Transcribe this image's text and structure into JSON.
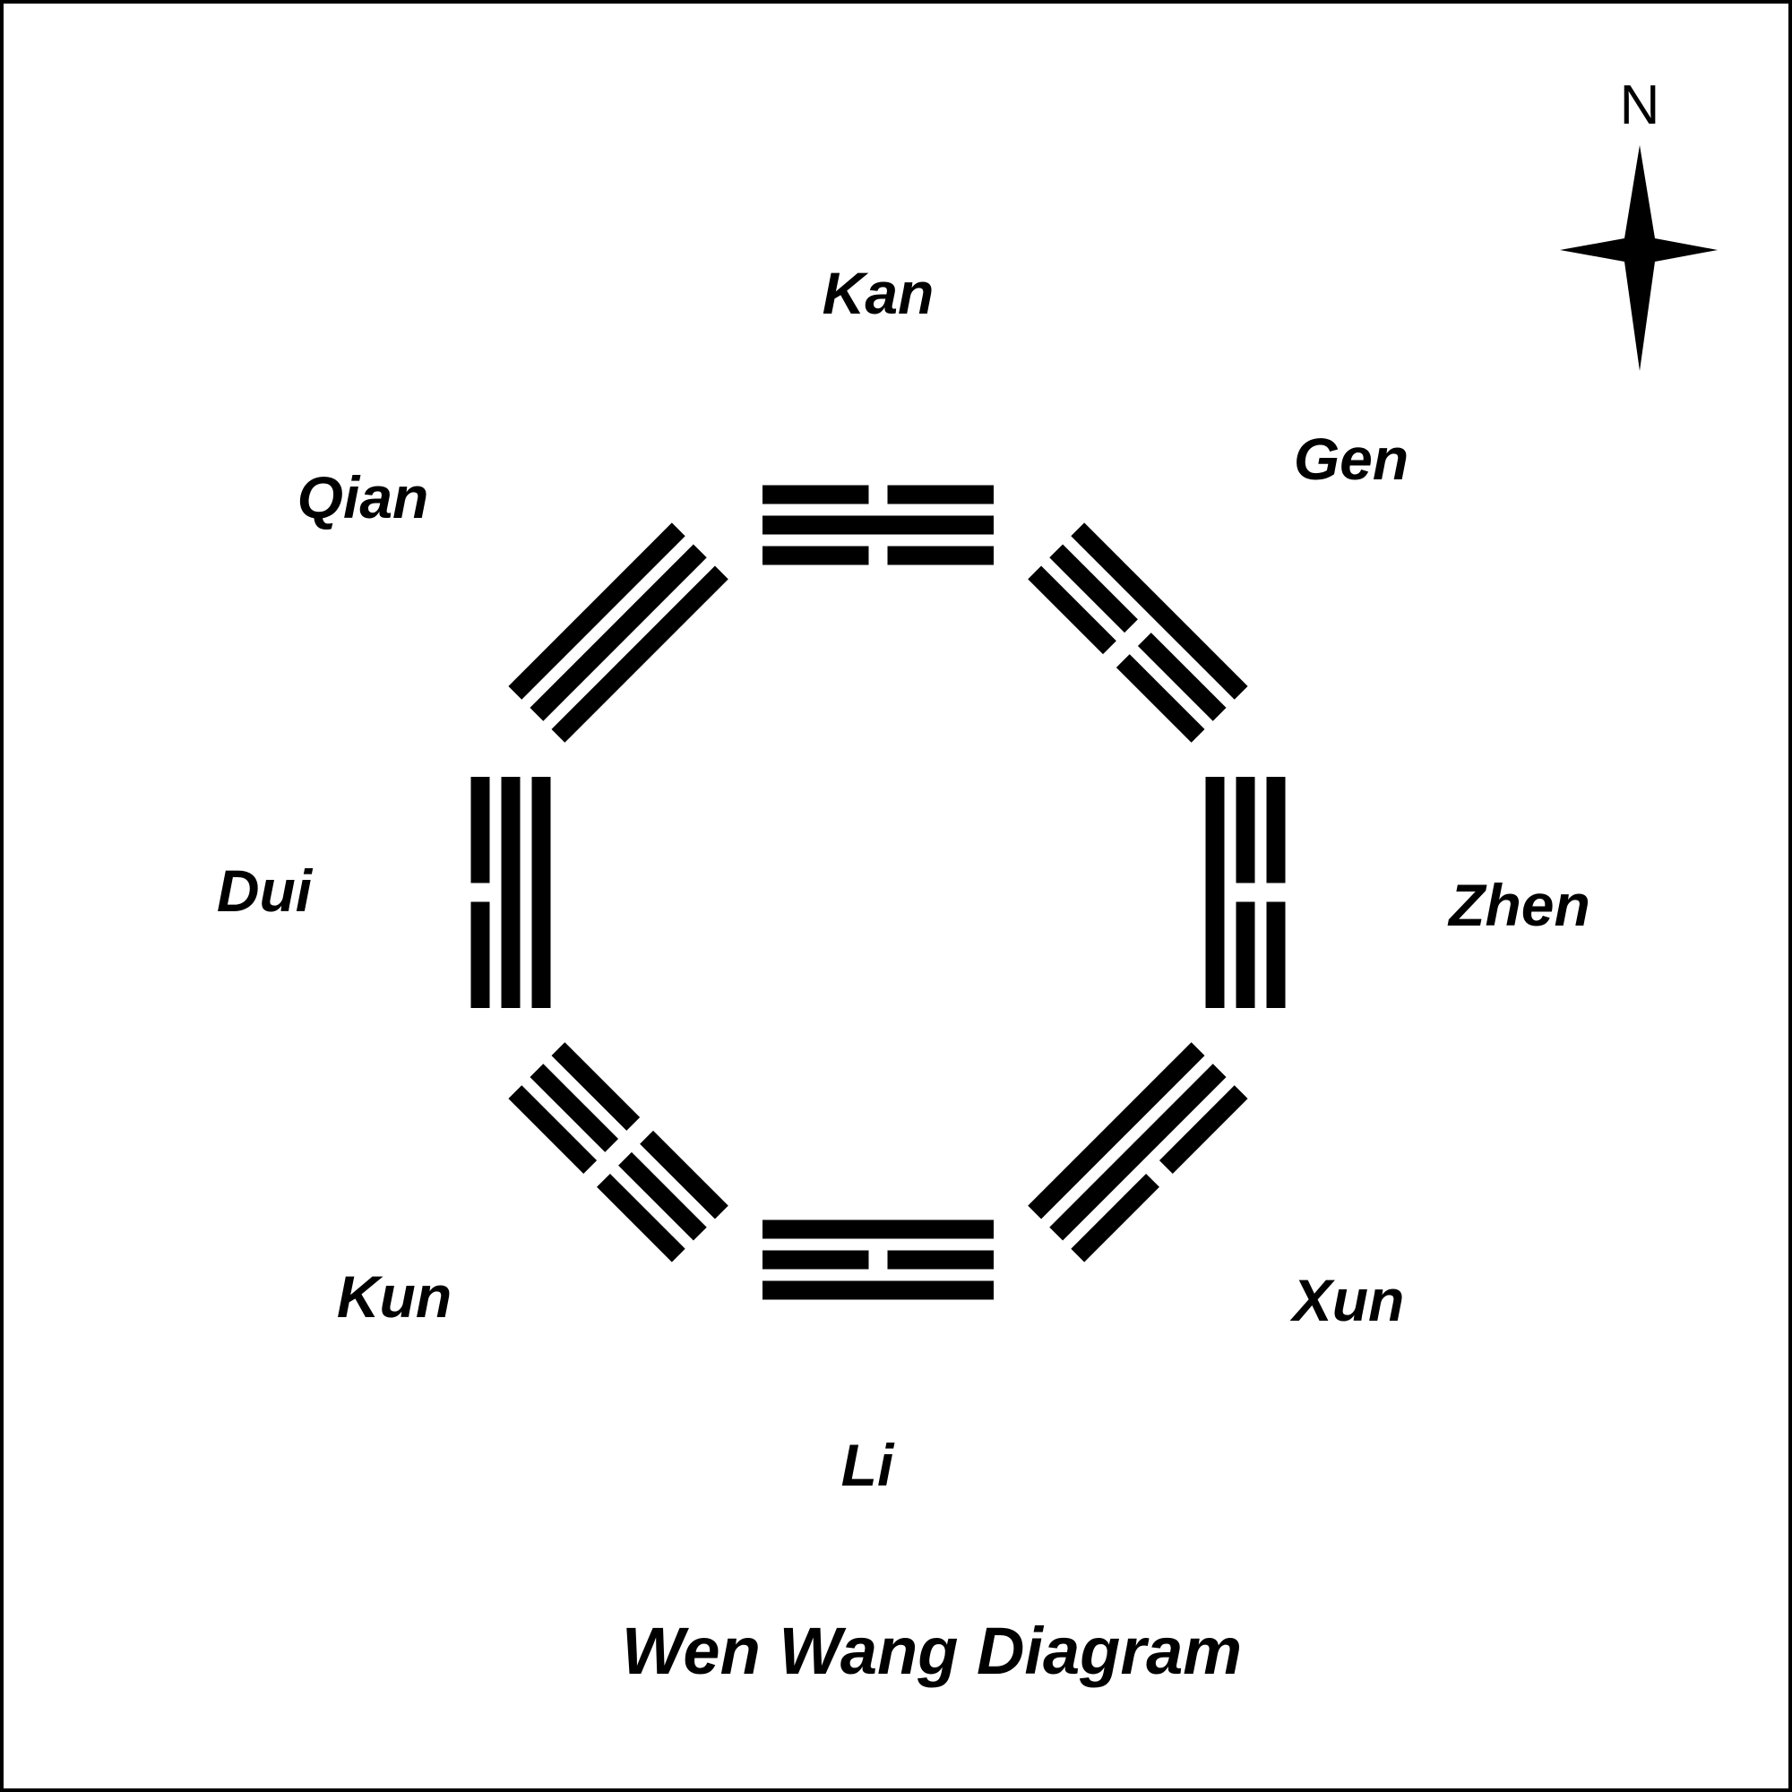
{
  "title": "Wen Wang Diagram",
  "compass": {
    "north_label": "N",
    "icon": "compass-star-icon"
  },
  "colors": {
    "ink": "#000000",
    "background": "#ffffff",
    "frame": "#000000"
  },
  "trigrams": [
    {
      "key": "kan",
      "name": "Kan",
      "lines": [
        "broken",
        "solid",
        "broken"
      ]
    },
    {
      "key": "gen",
      "name": "Gen",
      "lines": [
        "solid",
        "broken",
        "broken"
      ]
    },
    {
      "key": "zhen",
      "name": "Zhen",
      "lines": [
        "broken",
        "broken",
        "solid"
      ]
    },
    {
      "key": "xun",
      "name": "Xun",
      "lines": [
        "broken",
        "solid",
        "solid"
      ]
    },
    {
      "key": "li",
      "name": "Li",
      "lines": [
        "solid",
        "broken",
        "solid"
      ]
    },
    {
      "key": "kun",
      "name": "Kun",
      "lines": [
        "broken",
        "broken",
        "broken"
      ]
    },
    {
      "key": "dui",
      "name": "Dui",
      "lines": [
        "broken",
        "solid",
        "solid"
      ]
    },
    {
      "key": "qian",
      "name": "Qian",
      "lines": [
        "solid",
        "solid",
        "solid"
      ]
    }
  ]
}
